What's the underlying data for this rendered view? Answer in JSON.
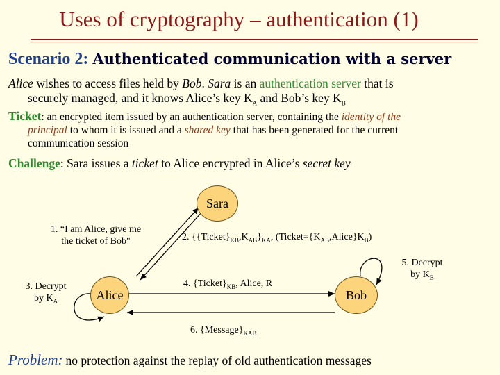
{
  "title": "Uses of cryptography – authentication (1)",
  "scenario": {
    "label": "Scenario 2:",
    "text": "Authenticated communication with a server"
  },
  "intro": {
    "alice": "Alice",
    "t1": " wishes to access files held by ",
    "bob": "Bob",
    "t2": ". ",
    "sara": "Sara",
    "t3": " is an ",
    "auth_server": "authentication server",
    "t4": " that is",
    "line2a": "securely managed, and it knows Alice’s key K",
    "subA": "A",
    "line2b": " and Bob’s key K",
    "subB": "B"
  },
  "ticket": {
    "term": "Ticket",
    "t1": ": an encrypted item issued by an authentication server, containing the ",
    "identity": "identity of the",
    "principal": "principal",
    "t2": " to whom it is issued and a ",
    "shared_key": "shared key",
    "t3": " that has been generated for the current",
    "line3": "communication session"
  },
  "challenge": {
    "term": "Challenge",
    "t1": ": Sara issues a ",
    "ticket_word": "ticket",
    "t2": " to Alice encrypted in Alice’s ",
    "secret_key": "secret key"
  },
  "diagram": {
    "nodes": {
      "sara": "Sara",
      "alice": "Alice",
      "bob": "Bob"
    },
    "msg1_line1": "1. “I am Alice, give me",
    "msg1_line2": "the ticket of Bob\"",
    "msg2": {
      "a": "2. {{Ticket}",
      "s1": "KB",
      "b": ",K",
      "s2": "AB",
      "c": "}",
      "s3": "KA",
      "d": ", (Ticket={K",
      "s4": "AB",
      "e": ",Alice}K",
      "s5": "B",
      "f": ")"
    },
    "msg3": {
      "line1": "3. Decrypt",
      "line2": "by K",
      "sub": "A"
    },
    "msg4": {
      "a": "4. {Ticket}",
      "s1": "KB",
      "b": ", Alice, R"
    },
    "msg5": {
      "line1": "5. Decrypt",
      "line2": "by K",
      "sub": "B"
    },
    "msg6": {
      "a": "6. {Message}",
      "s1": "KAB"
    }
  },
  "problem": {
    "label": "Problem:",
    "text": "no protection against the replay of old authentication messages"
  },
  "colors": {
    "background": "#fffde6",
    "title": "#8b1a1a",
    "heading_blue": "#1f3f8f",
    "keyword_green": "#2e8b2e",
    "node_fill": "#fbd47c"
  }
}
